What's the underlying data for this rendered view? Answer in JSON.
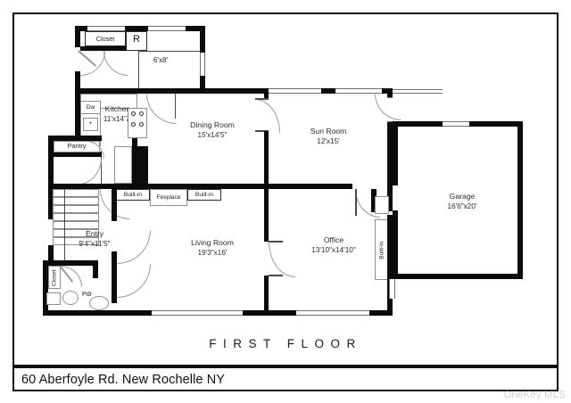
{
  "document": {
    "caption": "60 Aberfoyle Rd. New Rochelle NY",
    "watermark": "OneKey MLS",
    "floor_title": "FIRST FLOOR",
    "type": "floor-plan"
  },
  "colors": {
    "wall": "#0b0b0b",
    "thin_wall": "#4a4a4a",
    "door": "#9a9a9a",
    "text": "#2b2b2b",
    "frame": "#111111",
    "watermark": "#cfcfcf",
    "background": "#ffffff"
  },
  "rooms": [
    {
      "name": "Kitchen",
      "dimensions": "11'x14'7\""
    },
    {
      "name": "Dining Room",
      "dimensions": "15'x14'5\""
    },
    {
      "name": "Sun Room",
      "dimensions": "12'x15'"
    },
    {
      "name": "Garage",
      "dimensions": "16'6\"x20'"
    },
    {
      "name": "Office",
      "dimensions": "13'10\"x14'10\""
    },
    {
      "name": "Living Room",
      "dimensions": "19'3\"x16'"
    },
    {
      "name": "Entry",
      "dimensions": "9'4\"x11'5\""
    }
  ],
  "features": {
    "closet_top": "Closet",
    "refrigerator": "R",
    "mudroom_dim": "6'x8'",
    "dishwasher": "Dw",
    "pantry": "Pantry",
    "built_in_left": "Built-in",
    "fireplace": "Fireplace",
    "built_in_right": "Built-in",
    "built_in_office": "Built-in",
    "closet_entry": "Closet",
    "powder_room": "Pdr"
  }
}
